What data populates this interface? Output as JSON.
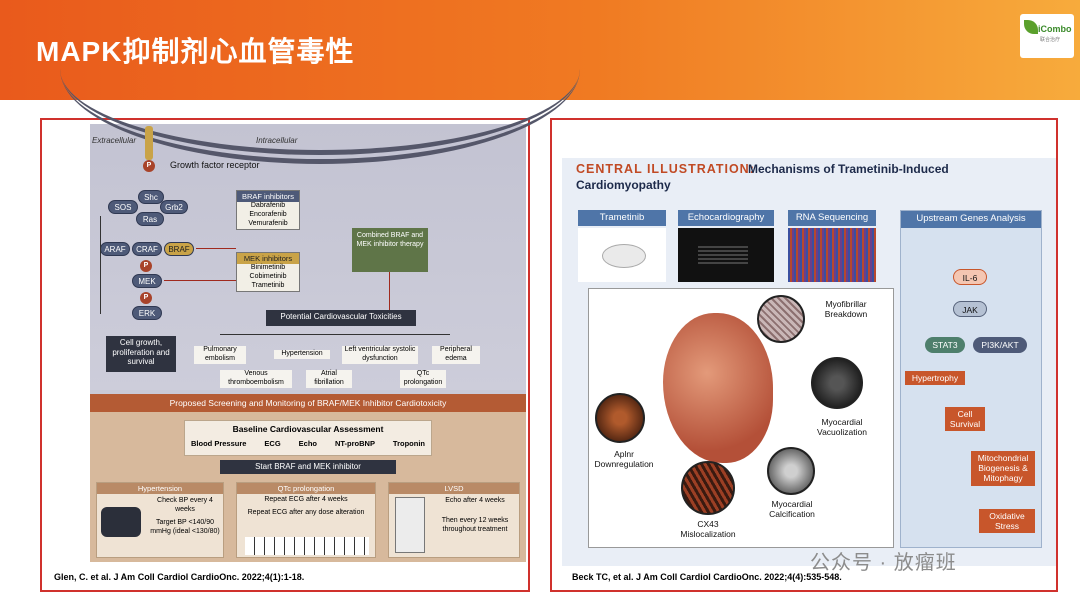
{
  "slide": {
    "title": "MAPK抑制剂心血管毒性",
    "logo_text": "iCombo",
    "logo_subtext": "联合治疗"
  },
  "left_figure": {
    "extracellular": "Extracellular",
    "intracellular": "Intracellular",
    "receptor": "Growth factor receptor",
    "p": "P",
    "shc": "Shc",
    "sos": "SOS",
    "grb2": "Grb2",
    "ras": "Ras",
    "araf": "ARAF",
    "craf": "CRAF",
    "braf": "BRAF",
    "mek": "MEK",
    "erk": "ERK",
    "cell_growth": "Cell growth, proliferation and survival",
    "braf_inhibitors_title": "BRAF inhibitors",
    "braf_inhibitors": [
      "Dabrafenib",
      "Encorafenib",
      "Vemurafenib"
    ],
    "mek_inhibitors_title": "MEK inhibitors",
    "mek_inhibitors": [
      "Binimetinib",
      "Cobimetinib",
      "Trametinib"
    ],
    "combined": "Combined BRAF and MEK inhibitor therapy",
    "toxicities_title": "Potential Cardiovascular Toxicities",
    "tox_pulmonary": "Pulmonary embolism",
    "tox_venous": "Venous thromboembolism",
    "tox_hypertension": "Hypertension",
    "tox_atrial": "Atrial fibrillation",
    "tox_lv": "Left ventricular systolic dysfunction",
    "tox_qtc": "QTc prolongation",
    "tox_edema": "Peripheral edema",
    "screening_title": "Proposed Screening and Monitoring of BRAF/MEK Inhibitor Cardiotoxicity",
    "baseline_title": "Baseline Cardiovascular Assessment",
    "baseline_items": [
      "Blood Pressure",
      "ECG",
      "Echo",
      "NT-proBNP",
      "Troponin"
    ],
    "start": "Start BRAF and MEK inhibitor",
    "hyp_title": "Hypertension",
    "hyp_text1": "Check BP every 4 weeks",
    "hyp_text2": "Target BP <140/90 mmHg (ideal <130/80)",
    "qtc_title": "QTc prolongation",
    "qtc_text1": "Repeat ECG after 4 weeks",
    "qtc_text2": "Repeat ECG after any dose alteration",
    "lvsd_title": "LVSD",
    "lvsd_text1": "Echo after 4 weeks",
    "lvsd_text2": "Then every 12 weeks throughout treatment",
    "citation": "Glen, C. et al. J Am Coll Cardiol CardioOnc. 2022;4(1):1-18."
  },
  "right_figure": {
    "title_prefix": "CENTRAL ILLUSTRATION:",
    "title_main": "Mechanisms of Trametinib-Induced",
    "title_line2": "Cardiomyopathy",
    "step1": "Trametinib",
    "step2": "Echocardiography",
    "step3": "RNA Sequencing",
    "upstream": "Upstream Genes Analysis",
    "il6": "IL-6",
    "jak": "JAK",
    "stat3": "STAT3",
    "pi3k": "PI3K/AKT",
    "hypertrophy": "Hypertrophy",
    "cell_survival": "Cell Survival",
    "mito": "Mitochondrial Biogenesis & Mitophagy",
    "oxidative": "Oxidative Stress",
    "myofib": "Myofibrillar Breakdown",
    "vacuol": "Myocardial Vacuolization",
    "apln": "Aplnr Downregulation",
    "cx43": "CX43 Mislocalization",
    "calc": "Myocardial Calcification",
    "citation": "Beck TC, et al. J Am Coll Cardiol CardioOnc. 2022;4(4):535-548."
  },
  "watermark": "公众号 · 放瘤班"
}
